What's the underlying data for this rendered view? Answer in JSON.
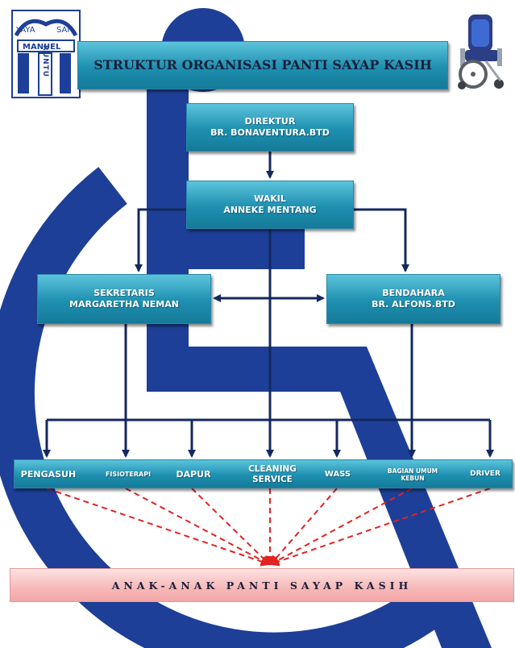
{
  "title": "STRUKTUR ORGANISASI PANTI SAYAP KASIH",
  "logo": {
    "top_left": "YAYA",
    "top_right": "SAN",
    "name": "MANUEL",
    "vertical": "RUNTU"
  },
  "direktur": {
    "role": "DIREKTUR",
    "name": "BR. BONAVENTURA.BTD"
  },
  "wakil": {
    "role": "WAKIL",
    "name": "ANNEKE MENTANG"
  },
  "sekretaris": {
    "role": "SEKRETARIS",
    "name": "MARGARETHA NEMAN"
  },
  "bendahara": {
    "role": "BENDAHARA",
    "name": "BR. ALFONS.BTD"
  },
  "staff": {
    "pengasuh": "PENGASUH",
    "fisioterapi": "FISIOTERAPI",
    "dapur": "DAPUR",
    "cleaning_1": "CLEANING",
    "cleaning_2": "SERVICE",
    "wass": "WASS",
    "bagian_1": "BAGIAN UMUM",
    "bagian_2": "KEBUN",
    "driver": "DRIVER"
  },
  "anak": "ANAK-ANAK PANTI SAYAP KASIH",
  "colors": {
    "box_blue": "#1e8fb0",
    "connector_navy": "#14295e",
    "background_symbol": "#1d3f97",
    "dashed_red": "#e32222",
    "anak_pink": "#f7b8b8"
  }
}
